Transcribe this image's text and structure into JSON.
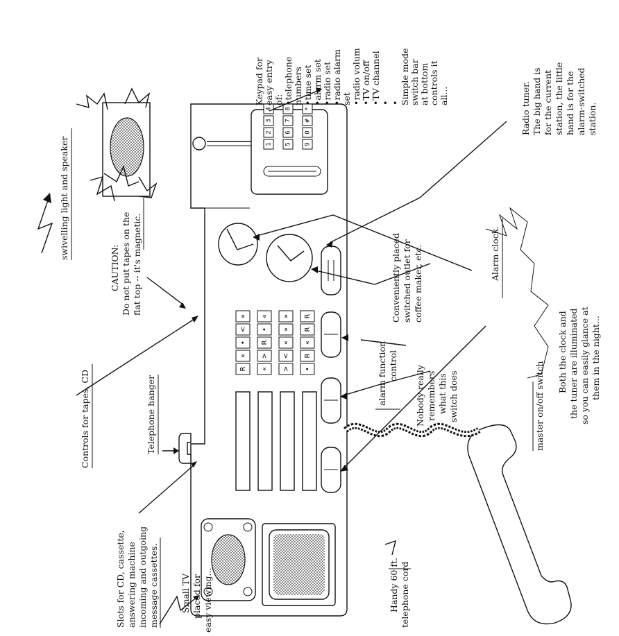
{
  "labels": {
    "swivelling": "swivelling light and speaker",
    "caution": [
      "CAUTION:",
      "Do not put tapes on the",
      "flat top -- it's magnetic."
    ],
    "controls_tapes": "Controls for tapes, CD",
    "telephone_hanger": "Telephone hanger",
    "slots": [
      "Slots for CD, cassette,",
      "answering machine",
      "incoming and outgoing",
      "message cassettes."
    ],
    "small_tv": [
      "Small TV",
      "placed for",
      "easy viewing..."
    ],
    "handy_cord": [
      "Handy 60 ft.",
      "telephone cord"
    ],
    "keypad": [
      "Keypad for",
      "easy entry",
      "of:",
      "•telephone",
      "  numbers",
      "•time set",
      "•alarm set",
      "•radio set",
      "•radio alarm",
      "  set",
      "•radio volum",
      "•TV on/off",
      "•TV channel",
      "  •",
      "  •",
      "Simple mode",
      "switch bar",
      "at bottom",
      "controls it",
      "all..."
    ],
    "radio_tuner": [
      "Radio tuner.",
      "The big hand is",
      "for the current",
      "station, the little",
      "hand is for the",
      "alarm-switched",
      "station."
    ],
    "outlet": [
      "Conveniently placed",
      "switched outlet for",
      "coffee maker, etc."
    ],
    "alarm_clock": "Alarm clock.",
    "alarm_function": [
      "alarm function",
      "control"
    ],
    "nobody": [
      "Nobody really",
      "remembers",
      "what this",
      "switch does"
    ],
    "master": "master on/off switch",
    "both_clock": [
      "Both the clock and",
      "the tuner are illuminated",
      "so you can easily glance at",
      "them in the night..."
    ]
  },
  "keypad_keys": [
    "1",
    "2",
    "3",
    "4",
    "5",
    "6",
    "7",
    "8",
    "9",
    "0",
    "#",
    "*"
  ],
  "tape_rows": [
    [
      "R",
      "»",
      "•",
      "<",
      "»"
    ],
    [
      "«",
      ">",
      "R",
      "•",
      "«"
    ],
    [
      ">",
      "<",
      "«",
      "»",
      "»"
    ],
    [
      "•",
      "R",
      "«",
      "R",
      "R"
    ]
  ]
}
